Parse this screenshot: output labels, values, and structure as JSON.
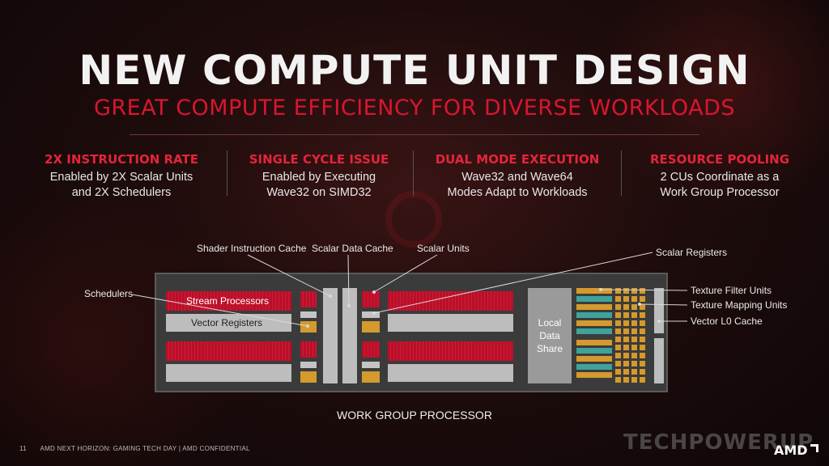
{
  "title": "NEW COMPUTE UNIT DESIGN",
  "subtitle": "GREAT COMPUTE EFFICIENCY FOR DIVERSE WORKLOADS",
  "features": [
    {
      "heading": "2X INSTRUCTION RATE",
      "line1": "Enabled by 2X Scalar Units",
      "line2": "and 2X Schedulers"
    },
    {
      "heading": "SINGLE CYCLE ISSUE",
      "line1": "Enabled by Executing",
      "line2": "Wave32 on SIMD32"
    },
    {
      "heading": "DUAL MODE EXECUTION",
      "line1": "Wave32 and Wave64",
      "line2": "Modes Adapt to Workloads"
    },
    {
      "heading": "RESOURCE POOLING",
      "line1": "2 CUs Coordinate as a",
      "line2": "Work Group Processor"
    }
  ],
  "diagram": {
    "labels": {
      "shader_instruction_cache": "Shader Instruction Cache",
      "scalar_data_cache": "Scalar Data Cache",
      "scalar_units": "Scalar Units",
      "scalar_registers": "Scalar Registers",
      "schedulers": "Schedulers",
      "stream_processors": "Stream Processors",
      "vector_registers": "Vector Registers",
      "texture_filter_units": "Texture Filter Units",
      "texture_mapping_units": "Texture Mapping Units",
      "vector_l0_cache": "Vector L0 Cache",
      "local_data_share_1": "Local",
      "local_data_share_2": "Data",
      "local_data_share_3": "Share"
    },
    "caption": "WORK GROUP PROCESSOR"
  },
  "footer": {
    "page_number": "11",
    "text": "AMD NEXT HORIZON: GAMING TECH DAY  |  AMD CONFIDENTIAL"
  },
  "watermark": "TECHPOWERUP",
  "logo": "AMD",
  "colors": {
    "accent": "#d8162f",
    "stream_processor": "#c0142c",
    "texture": "#d49a2e",
    "filter": "#3fa39a"
  }
}
